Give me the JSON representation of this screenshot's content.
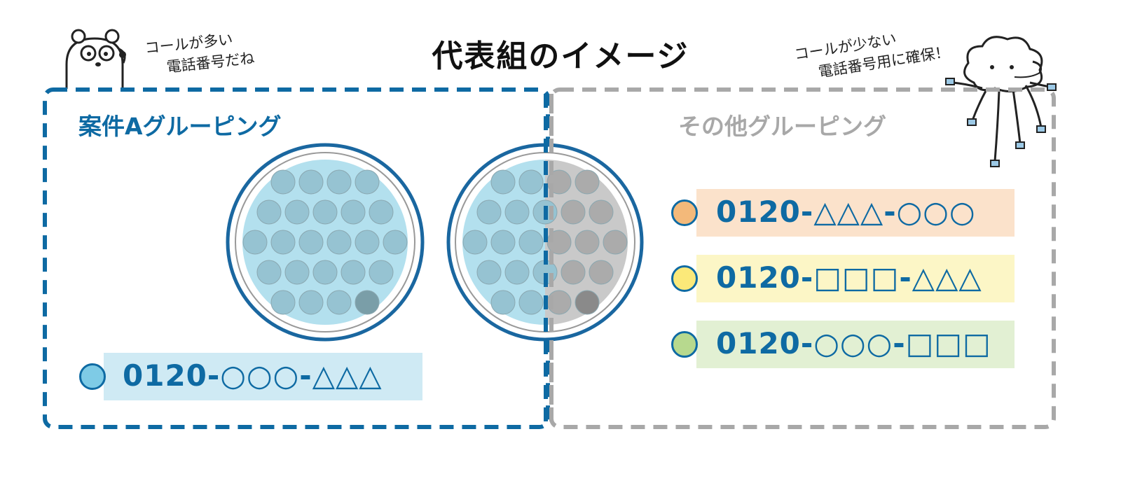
{
  "title": "代表組のイメージ",
  "speech_left": [
    "コールが多い",
    "電話番号だね"
  ],
  "speech_right": [
    "コールが少ない",
    "電話番号用に確保！"
  ],
  "groups": {
    "a": {
      "label": "案件Aグルーピング",
      "color": "#0e6aa3"
    },
    "other": {
      "label": "その他グルーピング",
      "color": "#a8a8a8"
    }
  },
  "phones_a": [
    {
      "number": "0120-○○○-△△△",
      "dot_color": "#7ecbe6",
      "bg_color": "#cfeaf4"
    }
  ],
  "phones_other": [
    {
      "number": "0120-△△△-○○○",
      "dot_color": "#f3b97a",
      "bg_color": "#fbe2cb"
    },
    {
      "number": "0120-□□□-△△△",
      "dot_color": "#fbe979",
      "bg_color": "#fcf6c6"
    },
    {
      "number": "0120-○○○-□□□",
      "dot_color": "#b7d98e",
      "bg_color": "#e2f0d3"
    }
  ],
  "icons": [
    "bear-operator-icon",
    "cloud-operator-icon",
    "line-pool-icon"
  ]
}
